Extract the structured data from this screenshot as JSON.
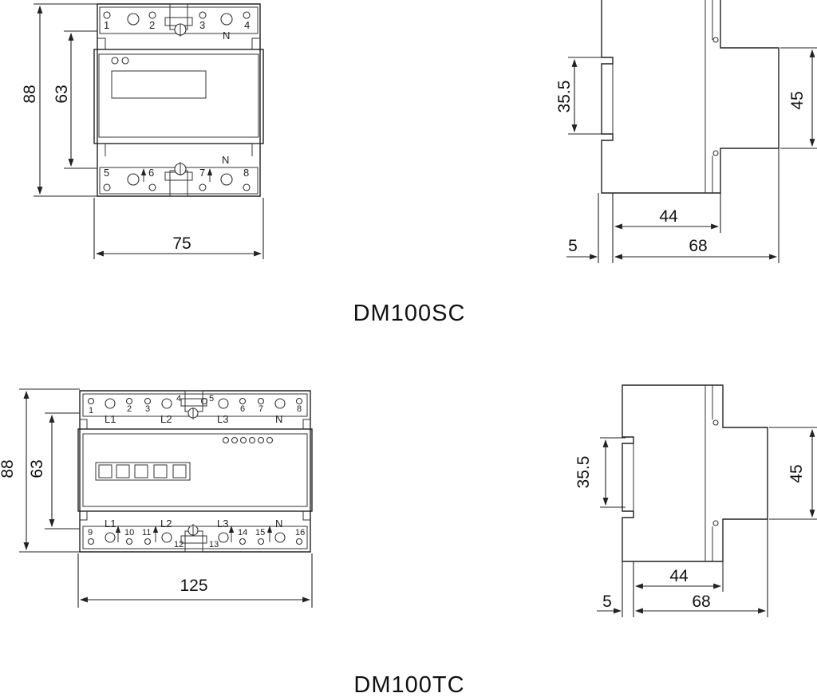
{
  "models": [
    {
      "name": "DM100SC",
      "front": {
        "height": "88",
        "inner_height": "63",
        "width": "75",
        "terminals_top": [
          "1",
          "2",
          "3",
          "4"
        ],
        "neutral_top": "N",
        "terminals_bottom": [
          "5",
          "6",
          "7",
          "8"
        ],
        "neutral_bottom": "N"
      },
      "side": {
        "rail": "35.5",
        "front_height": "45",
        "depth_body": "44",
        "depth_total": "68",
        "rail_offset": "5"
      }
    },
    {
      "name": "DM100TC",
      "front": {
        "height": "88",
        "inner_height": "63",
        "width": "125",
        "terminals_top": [
          "1",
          "2",
          "3",
          "4",
          "5",
          "6",
          "7",
          "8"
        ],
        "phases_top": [
          "L1",
          "L2",
          "L3",
          "N"
        ],
        "terminals_bottom": [
          "9",
          "10",
          "11",
          "12",
          "13",
          "14",
          "15",
          "16"
        ],
        "phases_bottom": [
          "L1",
          "L2",
          "L3",
          "N"
        ]
      },
      "side": {
        "rail": "35.5",
        "front_height": "45",
        "depth_body": "44",
        "depth_total": "68",
        "rail_offset": "5"
      }
    }
  ]
}
